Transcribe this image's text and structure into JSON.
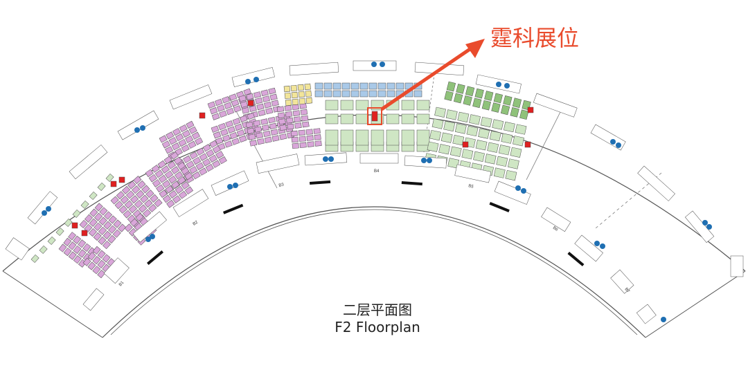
{
  "callout": {
    "label": "霆科展位",
    "color": "#e94b2c"
  },
  "title": {
    "cn": "二层平面图",
    "en": "F2 Floorplan"
  },
  "halls": [
    "B1",
    "B2",
    "B3",
    "B4",
    "B5",
    "B6",
    "B7"
  ],
  "colors": {
    "outline": "#4a4a4a",
    "booth_pink": "#d9a6d9",
    "booth_green": "#cfe6c4",
    "booth_green_dark": "#8fc27a",
    "booth_blue": "#a9c9e8",
    "booth_yellow": "#f2e59a",
    "booth_red": "#e02020",
    "icon_blue": "#1f6fb2"
  }
}
